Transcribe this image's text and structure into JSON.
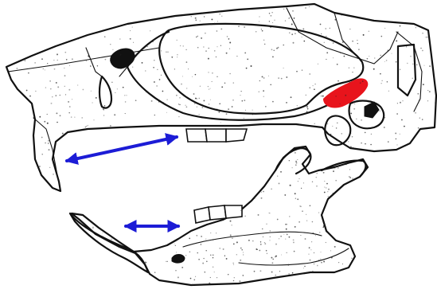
{
  "figure": {
    "subject": "rodent-skull-lateral-view",
    "colors": {
      "outline": "#111111",
      "stipple": "#222222",
      "background": "#ffffff",
      "arrow": "#1c1cd6",
      "highlight": "#e8141c"
    },
    "annotations": [
      {
        "type": "double-arrow",
        "target": "upper-diastema",
        "color": "#1c1cd6"
      },
      {
        "type": "double-arrow",
        "target": "lower-diastema",
        "color": "#1c1cd6"
      },
      {
        "type": "highlight-region",
        "target": "red-marked-region",
        "color": "#e8141c"
      }
    ]
  }
}
